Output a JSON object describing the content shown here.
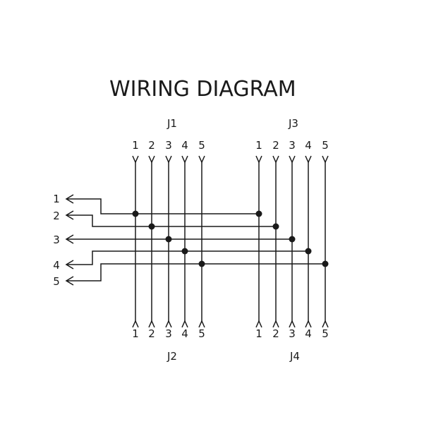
{
  "title": "WIRING DIAGRAM",
  "connectors": {
    "j1": {
      "name": "J1",
      "pins": [
        "1",
        "2",
        "3",
        "4",
        "5"
      ]
    },
    "j2": {
      "name": "J2",
      "pins": [
        "1",
        "2",
        "3",
        "4",
        "5"
      ]
    },
    "j3": {
      "name": "J3",
      "pins": [
        "1",
        "2",
        "3",
        "4",
        "5"
      ]
    },
    "j4": {
      "name": "J4",
      "pins": [
        "1",
        "2",
        "3",
        "4",
        "5"
      ]
    }
  },
  "outputs": [
    "1",
    "2",
    "3",
    "4",
    "5"
  ],
  "colors": {
    "line": "#1a1a1a",
    "background": "#ffffff"
  }
}
